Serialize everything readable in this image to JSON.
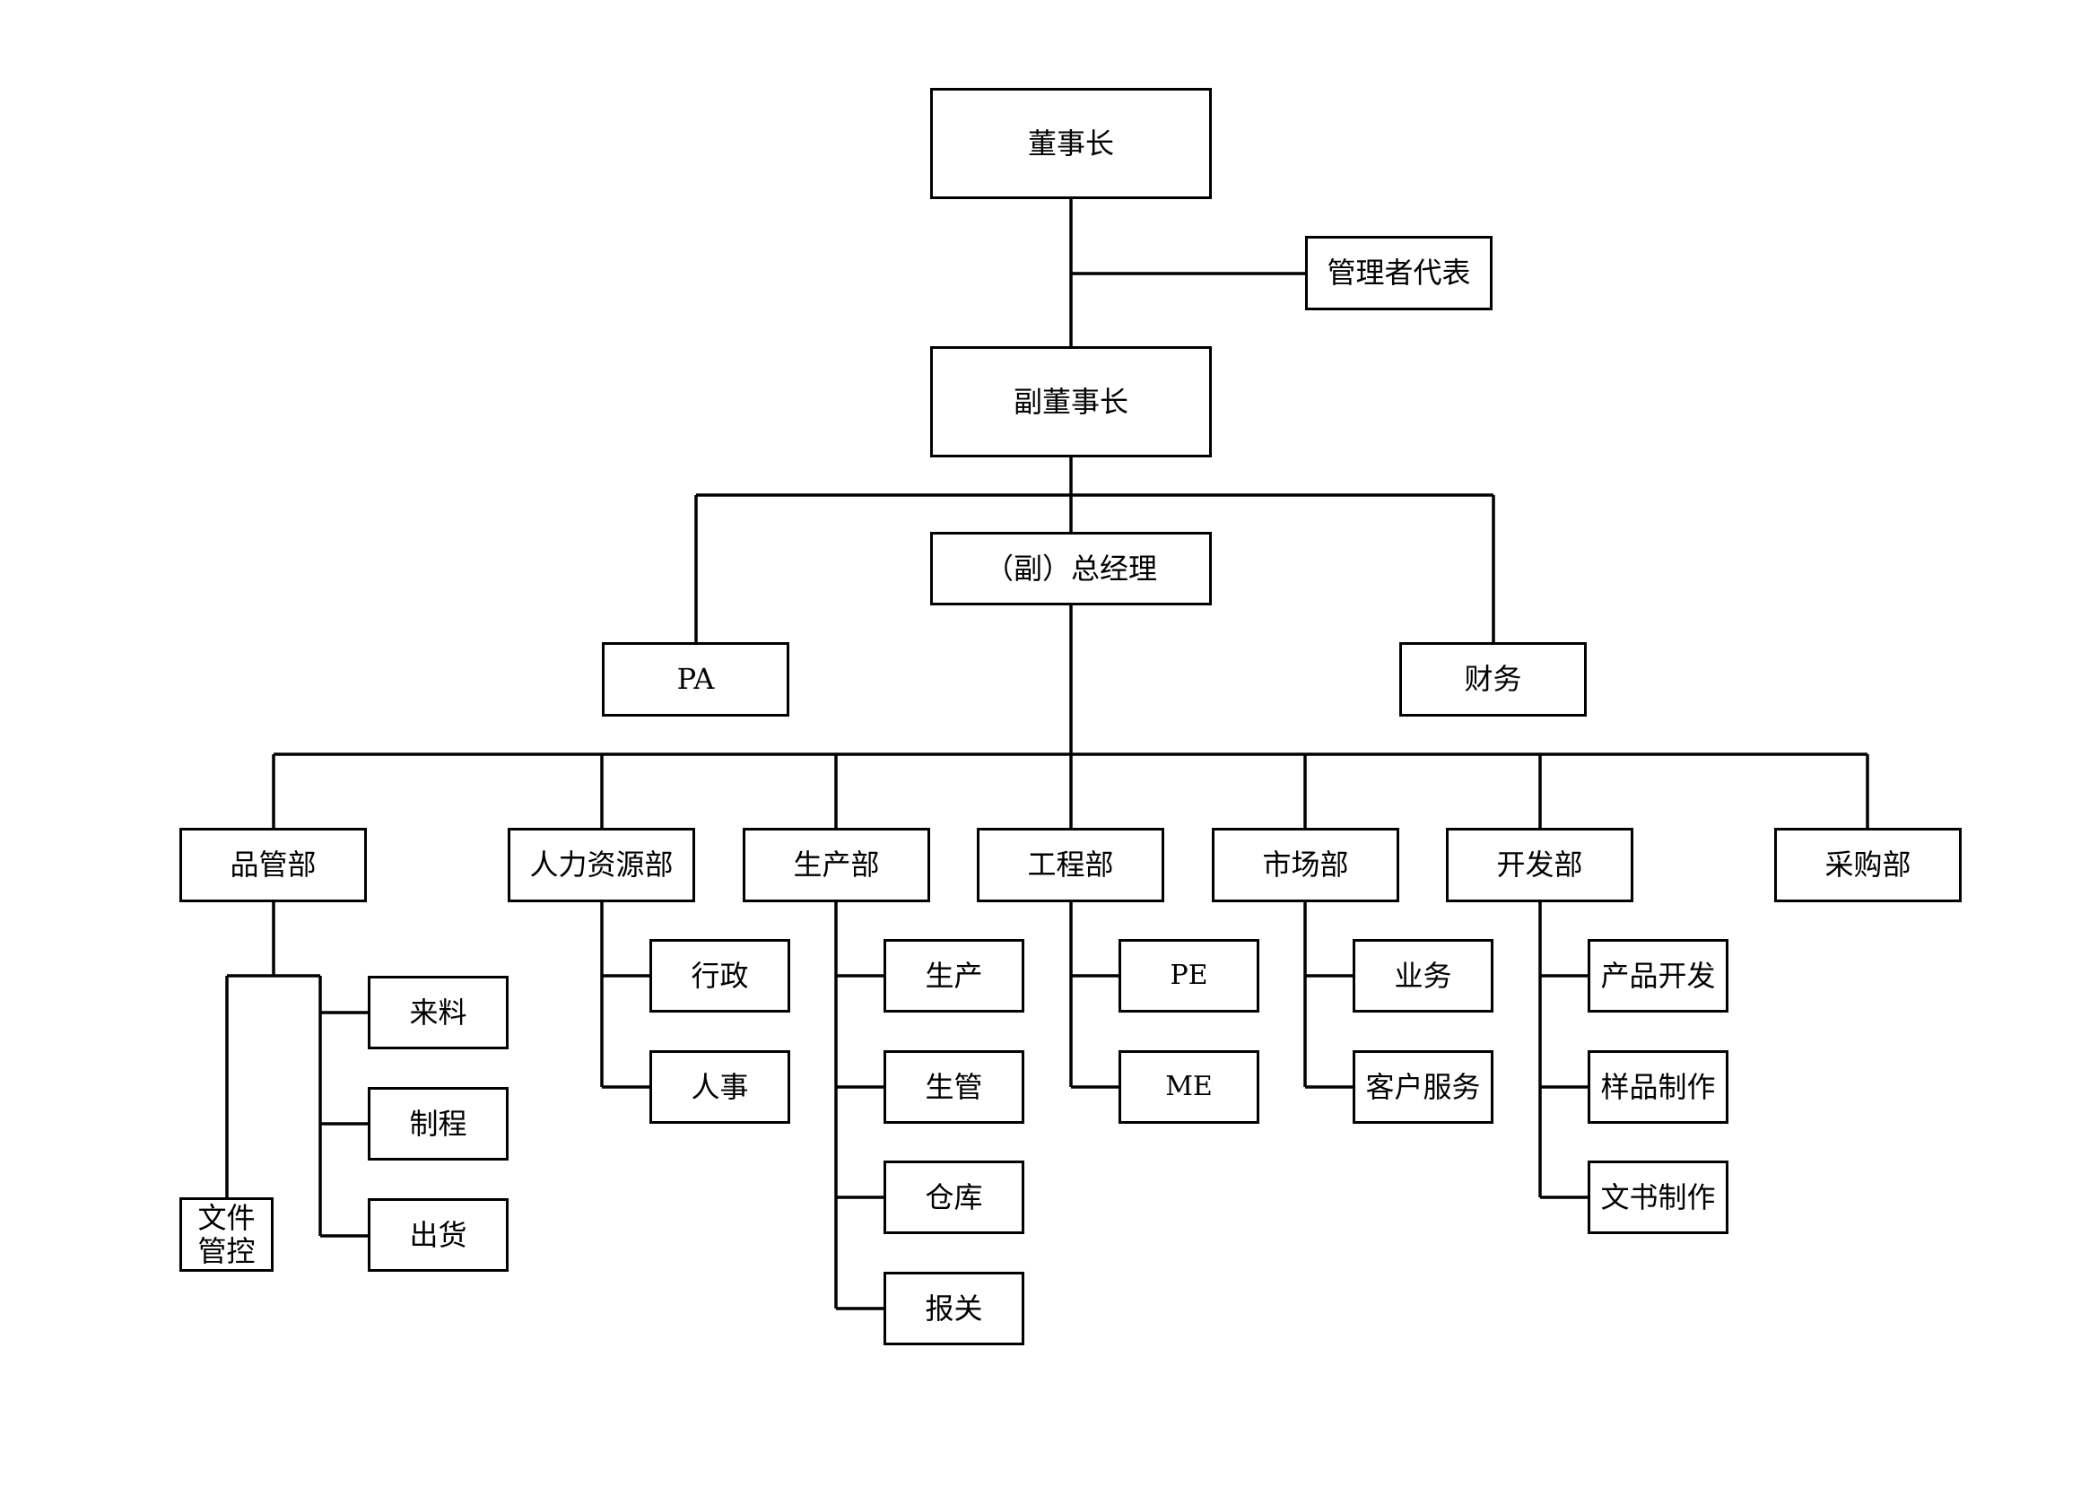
{
  "org_chart": {
    "chairman": "董事长",
    "management_rep": "管理者代表",
    "vice_chairman": "副董事长",
    "general_manager": "（副）总经理",
    "pa": "PA",
    "finance": "财务",
    "departments": {
      "quality": {
        "label": "品管部",
        "children": [
          "来料",
          "制程",
          "出货"
        ],
        "doc_control_line1": "文件",
        "doc_control_line2": "管控"
      },
      "hr": {
        "label": "人力资源部",
        "children": [
          "行政",
          "人事"
        ]
      },
      "production": {
        "label": "生产部",
        "children": [
          "生产",
          "生管",
          "仓库",
          "报关"
        ]
      },
      "engineering": {
        "label": "工程部",
        "children": [
          "PE",
          "ME"
        ]
      },
      "marketing": {
        "label": "市场部",
        "children": [
          "业务",
          "客户服务"
        ]
      },
      "development": {
        "label": "开发部",
        "children": [
          "产品开发",
          "样品制作",
          "文书制作"
        ]
      },
      "purchasing": {
        "label": "采购部"
      }
    }
  }
}
